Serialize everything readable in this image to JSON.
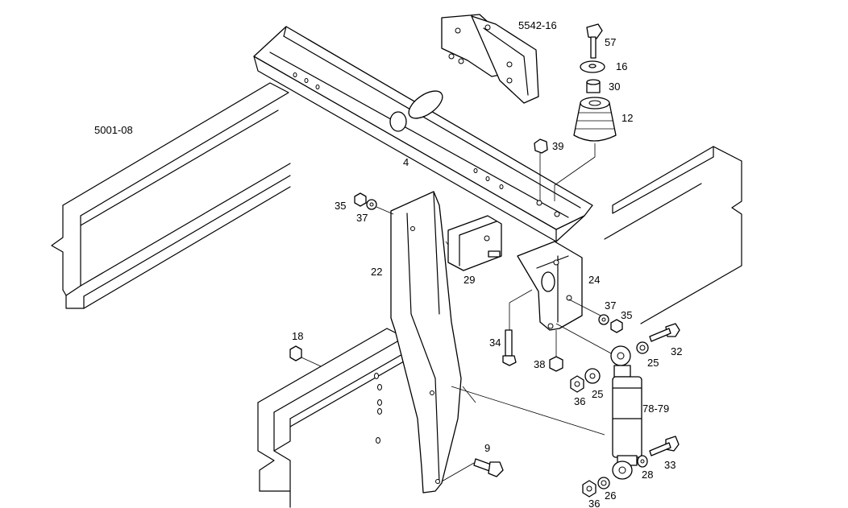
{
  "diagram": {
    "references": {
      "frame_group": "5001-08",
      "bracket_group": "5542-16"
    },
    "callouts": {
      "p57": "57",
      "p16": "16",
      "p30": "30",
      "p12": "12",
      "p39": "39",
      "p4": "4",
      "p35a": "35",
      "p37a": "37",
      "p22": "22",
      "p29": "29",
      "p24": "24",
      "p37b": "37",
      "p35b": "35",
      "p32": "32",
      "p18": "18",
      "p34": "34",
      "p38": "38",
      "p25a": "25",
      "p25b": "25",
      "p36a": "36",
      "p7879": "78-79",
      "p9": "9",
      "p33": "33",
      "p28": "28",
      "p26": "26",
      "p36b": "36"
    }
  }
}
